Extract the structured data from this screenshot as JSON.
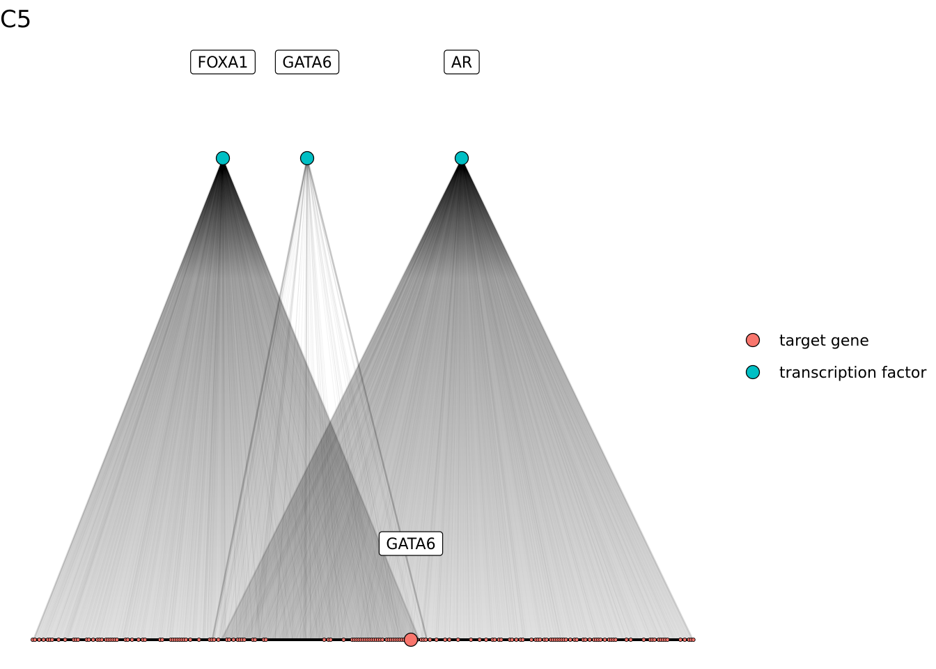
{
  "panel_label": "C5",
  "network": {
    "transcription_factors": [
      {
        "label": "FOXA1",
        "fan": "dense"
      },
      {
        "label": "GATA6",
        "fan": "sparse"
      },
      {
        "label": "AR",
        "fan": "dense"
      }
    ],
    "highlighted_target": {
      "label": "GATA6"
    },
    "target_gene_color": "#F8766D",
    "transcription_factor_color": "#00BFC4"
  },
  "legend": {
    "items": [
      {
        "label": "target gene",
        "color": "#F8766D"
      },
      {
        "label": "transcription factor",
        "color": "#00BFC4"
      }
    ]
  }
}
